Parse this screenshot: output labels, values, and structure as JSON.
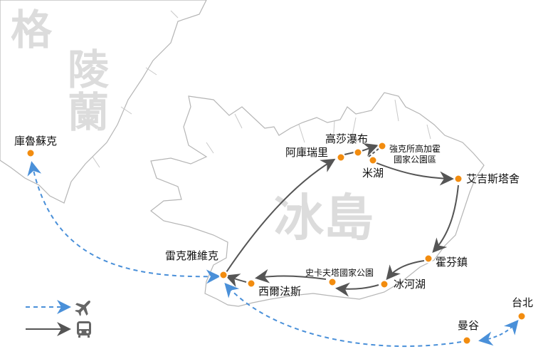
{
  "regions": {
    "greenland": [
      "格",
      "陵",
      "蘭"
    ],
    "iceland": "冰島"
  },
  "places": {
    "kulusuk": "庫魯蘇克",
    "reykjavik": "雷克雅維克",
    "selfoss": "西爾法斯",
    "skaftafell": "史卡夫塔國家公園",
    "jokulsarlon": "冰河湖",
    "hofn": "霍芬鎮",
    "egilsstadir": "艾吉斯塔舍",
    "myvatn": "米湖",
    "jokulsargljufur_line1": "強克所高加霍",
    "jokulsargljufur_line2": "國家公園區",
    "godafoss": "高莎瀑布",
    "akureyri": "阿庫瑞里",
    "bangkok": "曼谷",
    "taipei": "台北"
  },
  "legend": [
    {
      "icon": "airplane-icon",
      "line": "dashed",
      "color": "#4a90d9"
    },
    {
      "icon": "bus-icon",
      "line": "solid",
      "color": "#555555"
    }
  ],
  "colors": {
    "marker": "#f28c0f",
    "flight": "#4a90d9",
    "ground": "#555555"
  }
}
